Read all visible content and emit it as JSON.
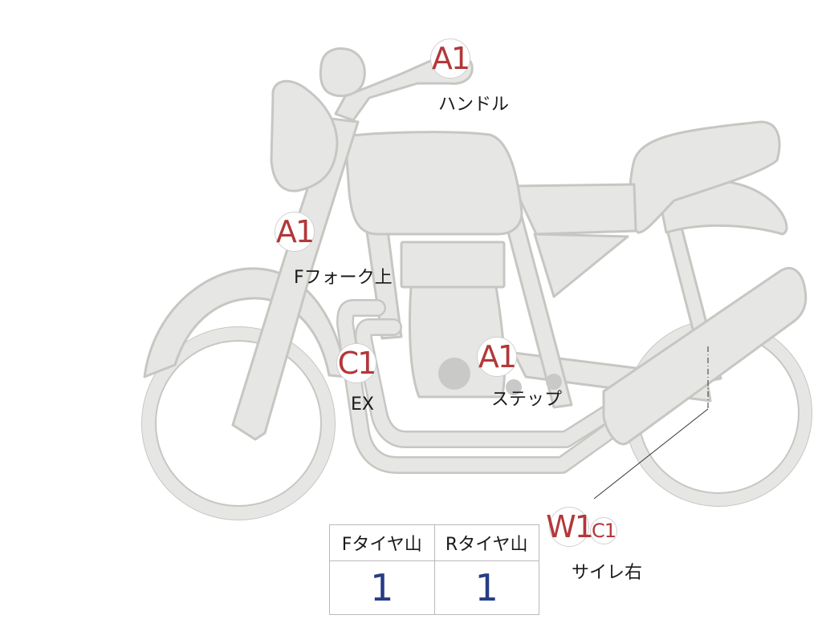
{
  "colors": {
    "bike_fill": "#e6e6e4",
    "bike_outline": "#c6c6c3",
    "marker_text": "#b2383a",
    "table_value": "#263c86"
  },
  "markers": [
    {
      "id": "handle",
      "code": "A1",
      "label": "ハンドル"
    },
    {
      "id": "fork",
      "code": "A1",
      "label": "Fフォーク上"
    },
    {
      "id": "ex",
      "code": "C1",
      "label": "EX"
    },
    {
      "id": "step",
      "code": "A1",
      "label": "ステップ"
    },
    {
      "id": "silencer",
      "code": "W1",
      "code2": "C1",
      "label": "サイレ右"
    }
  ],
  "tire_table": {
    "headers": [
      "Fタイヤ山",
      "Rタイヤ山"
    ],
    "values": [
      "1",
      "1"
    ]
  }
}
